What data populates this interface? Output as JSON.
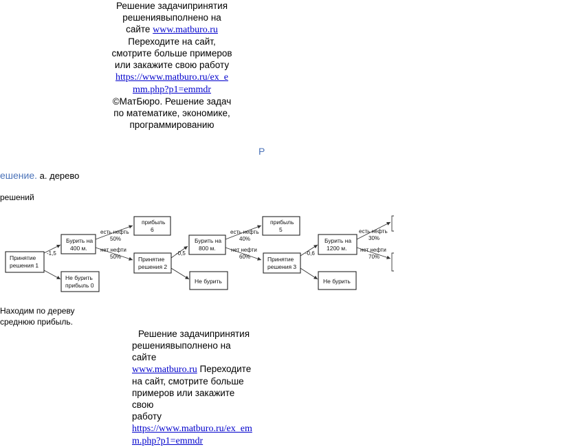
{
  "top_block": {
    "line1": "Решение задачипринятия",
    "line2": "решениявыполнено на",
    "line3_prefix": "сайте",
    "link1": "www.matburo.ru",
    "line4": "Переходите на сайт,",
    "line5": "смотрите больше примеров",
    "line6": "или закажите свою работу",
    "link2a": "https://www.matburo.ru/ex_e",
    "link2b": "mm.php?p1=emmdr",
    "line7": "©МатБюро. Решение задач",
    "line8": "по математике, экономике,",
    "line9": "программированию"
  },
  "r_letter": "Р",
  "heading": {
    "blue": "ешение.",
    "rest": "а. дерево"
  },
  "heading_line2": "решений",
  "find_line1": "Находим по дереву",
  "find_line2": "среднюю прибыль.",
  "bottom_block": {
    "line1": "Решение задачипринятия",
    "line2": "решениявыполнено на сайте",
    "link1": "www.matburo.ru",
    "line3_suffix": "Переходите",
    "line4": "на сайт, смотрите больше",
    "line5": "примеров или закажите свою",
    "line6": "работу",
    "link2a": "https://www.matburo.ru/ex_em",
    "link2b": "m.php?p1=emmdr"
  },
  "tree": {
    "nodes": {
      "d1": [
        "Принятие",
        "решения 1"
      ],
      "drill400": [
        "Бурить на",
        "400 м."
      ],
      "nodrill0": [
        "Не бурить",
        "прибыль 0"
      ],
      "profit6": [
        "прибыль",
        "6"
      ],
      "d2": [
        "Принятие",
        "решения 2"
      ],
      "drill800": [
        "Бурить на",
        "800 м."
      ],
      "nodrill2": [
        "Не бурить"
      ],
      "profit5": [
        "прибыль",
        "5"
      ],
      "d3": [
        "Принятие",
        "решения 3"
      ],
      "drill1200": [
        "Бурить на",
        "1200 м."
      ],
      "nodrill3": [
        "Не бурить"
      ]
    },
    "edges": {
      "cost1": "-1,5",
      "oil1_yes": "есть нефть",
      "oil1_yes_p": "50%",
      "oil1_no": "нет нефти",
      "oil1_no_p": "50%",
      "cost2": "-0,5",
      "oil2_yes": "есть нефть",
      "oil2_yes_p": "40%",
      "oil2_no": "нет нефти",
      "oil2_no_p": "60%",
      "cost3": "-0,6",
      "oil3_yes": "есть нефть",
      "oil3_yes_p": "30%",
      "oil3_no": "нет нефти",
      "oil3_no_p": "70%"
    }
  }
}
